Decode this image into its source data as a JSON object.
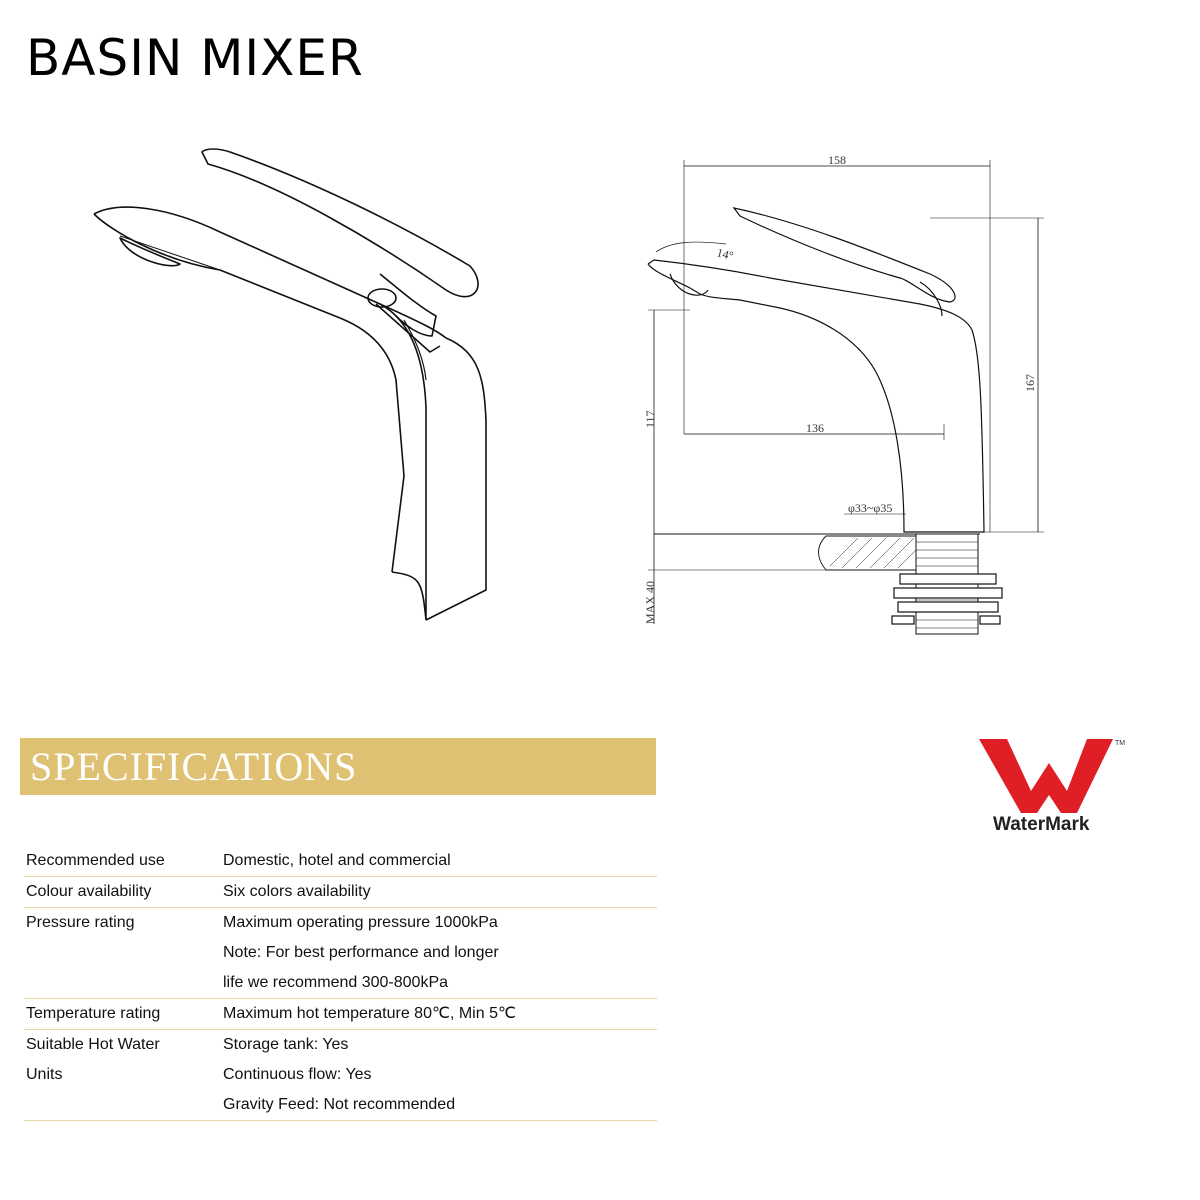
{
  "title": "BASIN MIXER",
  "drawing": {
    "dim_width": "158",
    "dim_angle": "14°",
    "dim_height": "167",
    "dim_spout_height": "117",
    "dim_reach": "136",
    "dim_hole": "φ33~φ35",
    "dim_max": "MAX 40"
  },
  "specifications": {
    "heading": "SPECIFICATIONS",
    "rows": [
      {
        "label": "Recommended use",
        "values": [
          "Domestic, hotel and commercial"
        ]
      },
      {
        "label": "Colour availability",
        "values": [
          "Six colors availability"
        ]
      },
      {
        "label": "Pressure rating",
        "values": [
          "Maximum operating pressure 1000kPa",
          "Note: For best performance and longer",
          "life we recommend 300-800kPa"
        ]
      },
      {
        "label": "Temperature rating",
        "values": [
          "Maximum hot temperature 80℃, Min 5℃"
        ]
      },
      {
        "label": "Suitable Hot Water",
        "label2": "Units",
        "values": [
          "Storage tank: Yes",
          "Continuous flow: Yes",
          "Gravity Feed: Not recommended"
        ]
      }
    ]
  },
  "certification": {
    "label": "WaterMark",
    "trademark": "TM",
    "color": "#e01e26"
  }
}
